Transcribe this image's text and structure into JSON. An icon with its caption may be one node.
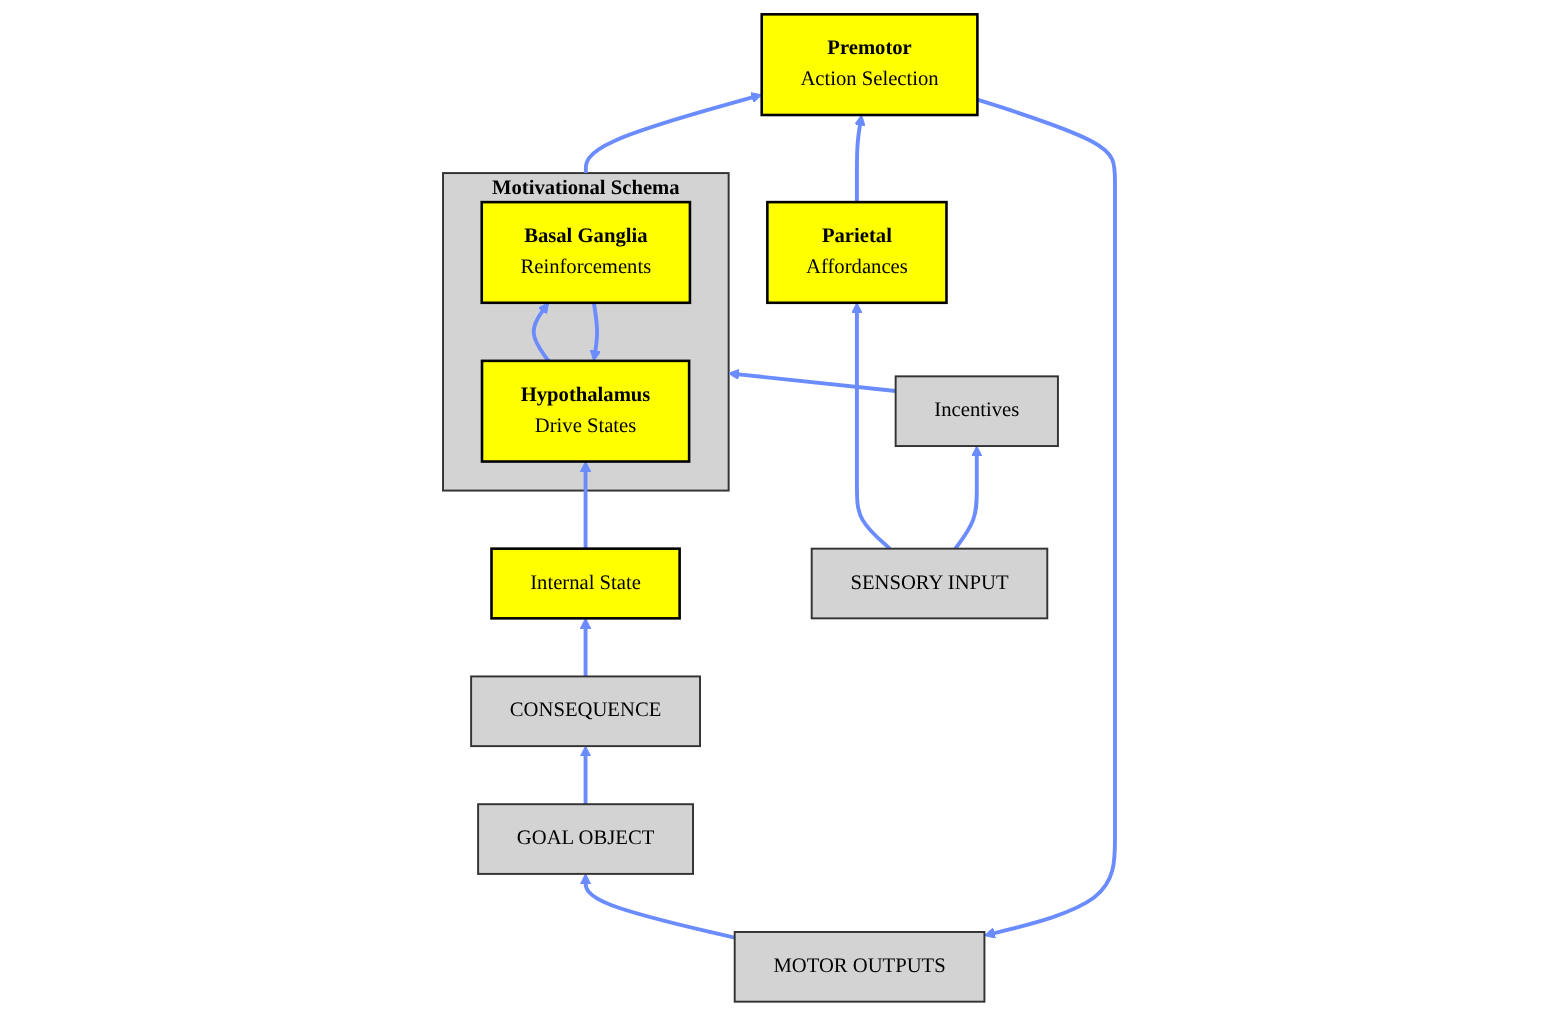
{
  "diagram": {
    "nodes": [
      {
        "text": [
          "MOTOR OUTPUTS"
        ]
      },
      {
        "text": [
          "GOAL OBJECT"
        ]
      },
      {
        "text": [
          "CONSEQUENCE"
        ]
      },
      {
        "text": [
          "Premotor",
          "Action Selection"
        ]
      },
      {
        "text": [
          "Motivational Schema"
        ]
      },
      {
        "text": [
          "Basal Ganglia",
          "Reinforcements"
        ],
        "in": 4
      },
      {
        "text": [
          "Hypothalamus",
          "Drive States"
        ],
        "in": 4
      },
      {
        "text": [
          "Parietal",
          "Affordances"
        ]
      },
      {
        "text": [
          "Internal State"
        ]
      },
      {
        "text": [
          "Incentives"
        ]
      },
      {
        "text": [
          "SENSORY INPUT"
        ]
      }
    ],
    "edges": [
      {
        "from": 0,
        "to": 1,
        "arrow": "to"
      },
      {
        "from": 1,
        "to": 2,
        "arrow": "to"
      },
      {
        "from": 2,
        "to": 8,
        "arrow": "to"
      },
      {
        "from": 8,
        "to": 6,
        "arrow": "to"
      },
      {
        "from": 4,
        "to": 3,
        "arrow": "to"
      },
      {
        "from": 6,
        "to": 5,
        "arrow": "to"
      },
      {
        "from": 5,
        "to": 6,
        "arrow": "to"
      },
      {
        "from": 7,
        "to": 3,
        "arrow": "to"
      },
      {
        "from": 3,
        "to": 0,
        "arrow": "to"
      },
      {
        "from": 10,
        "to": 7,
        "arrow": "to"
      },
      {
        "from": 10,
        "to": 9,
        "arrow": "to"
      },
      {
        "from": 9,
        "to": 4,
        "arrow": "to"
      }
    ]
  }
}
